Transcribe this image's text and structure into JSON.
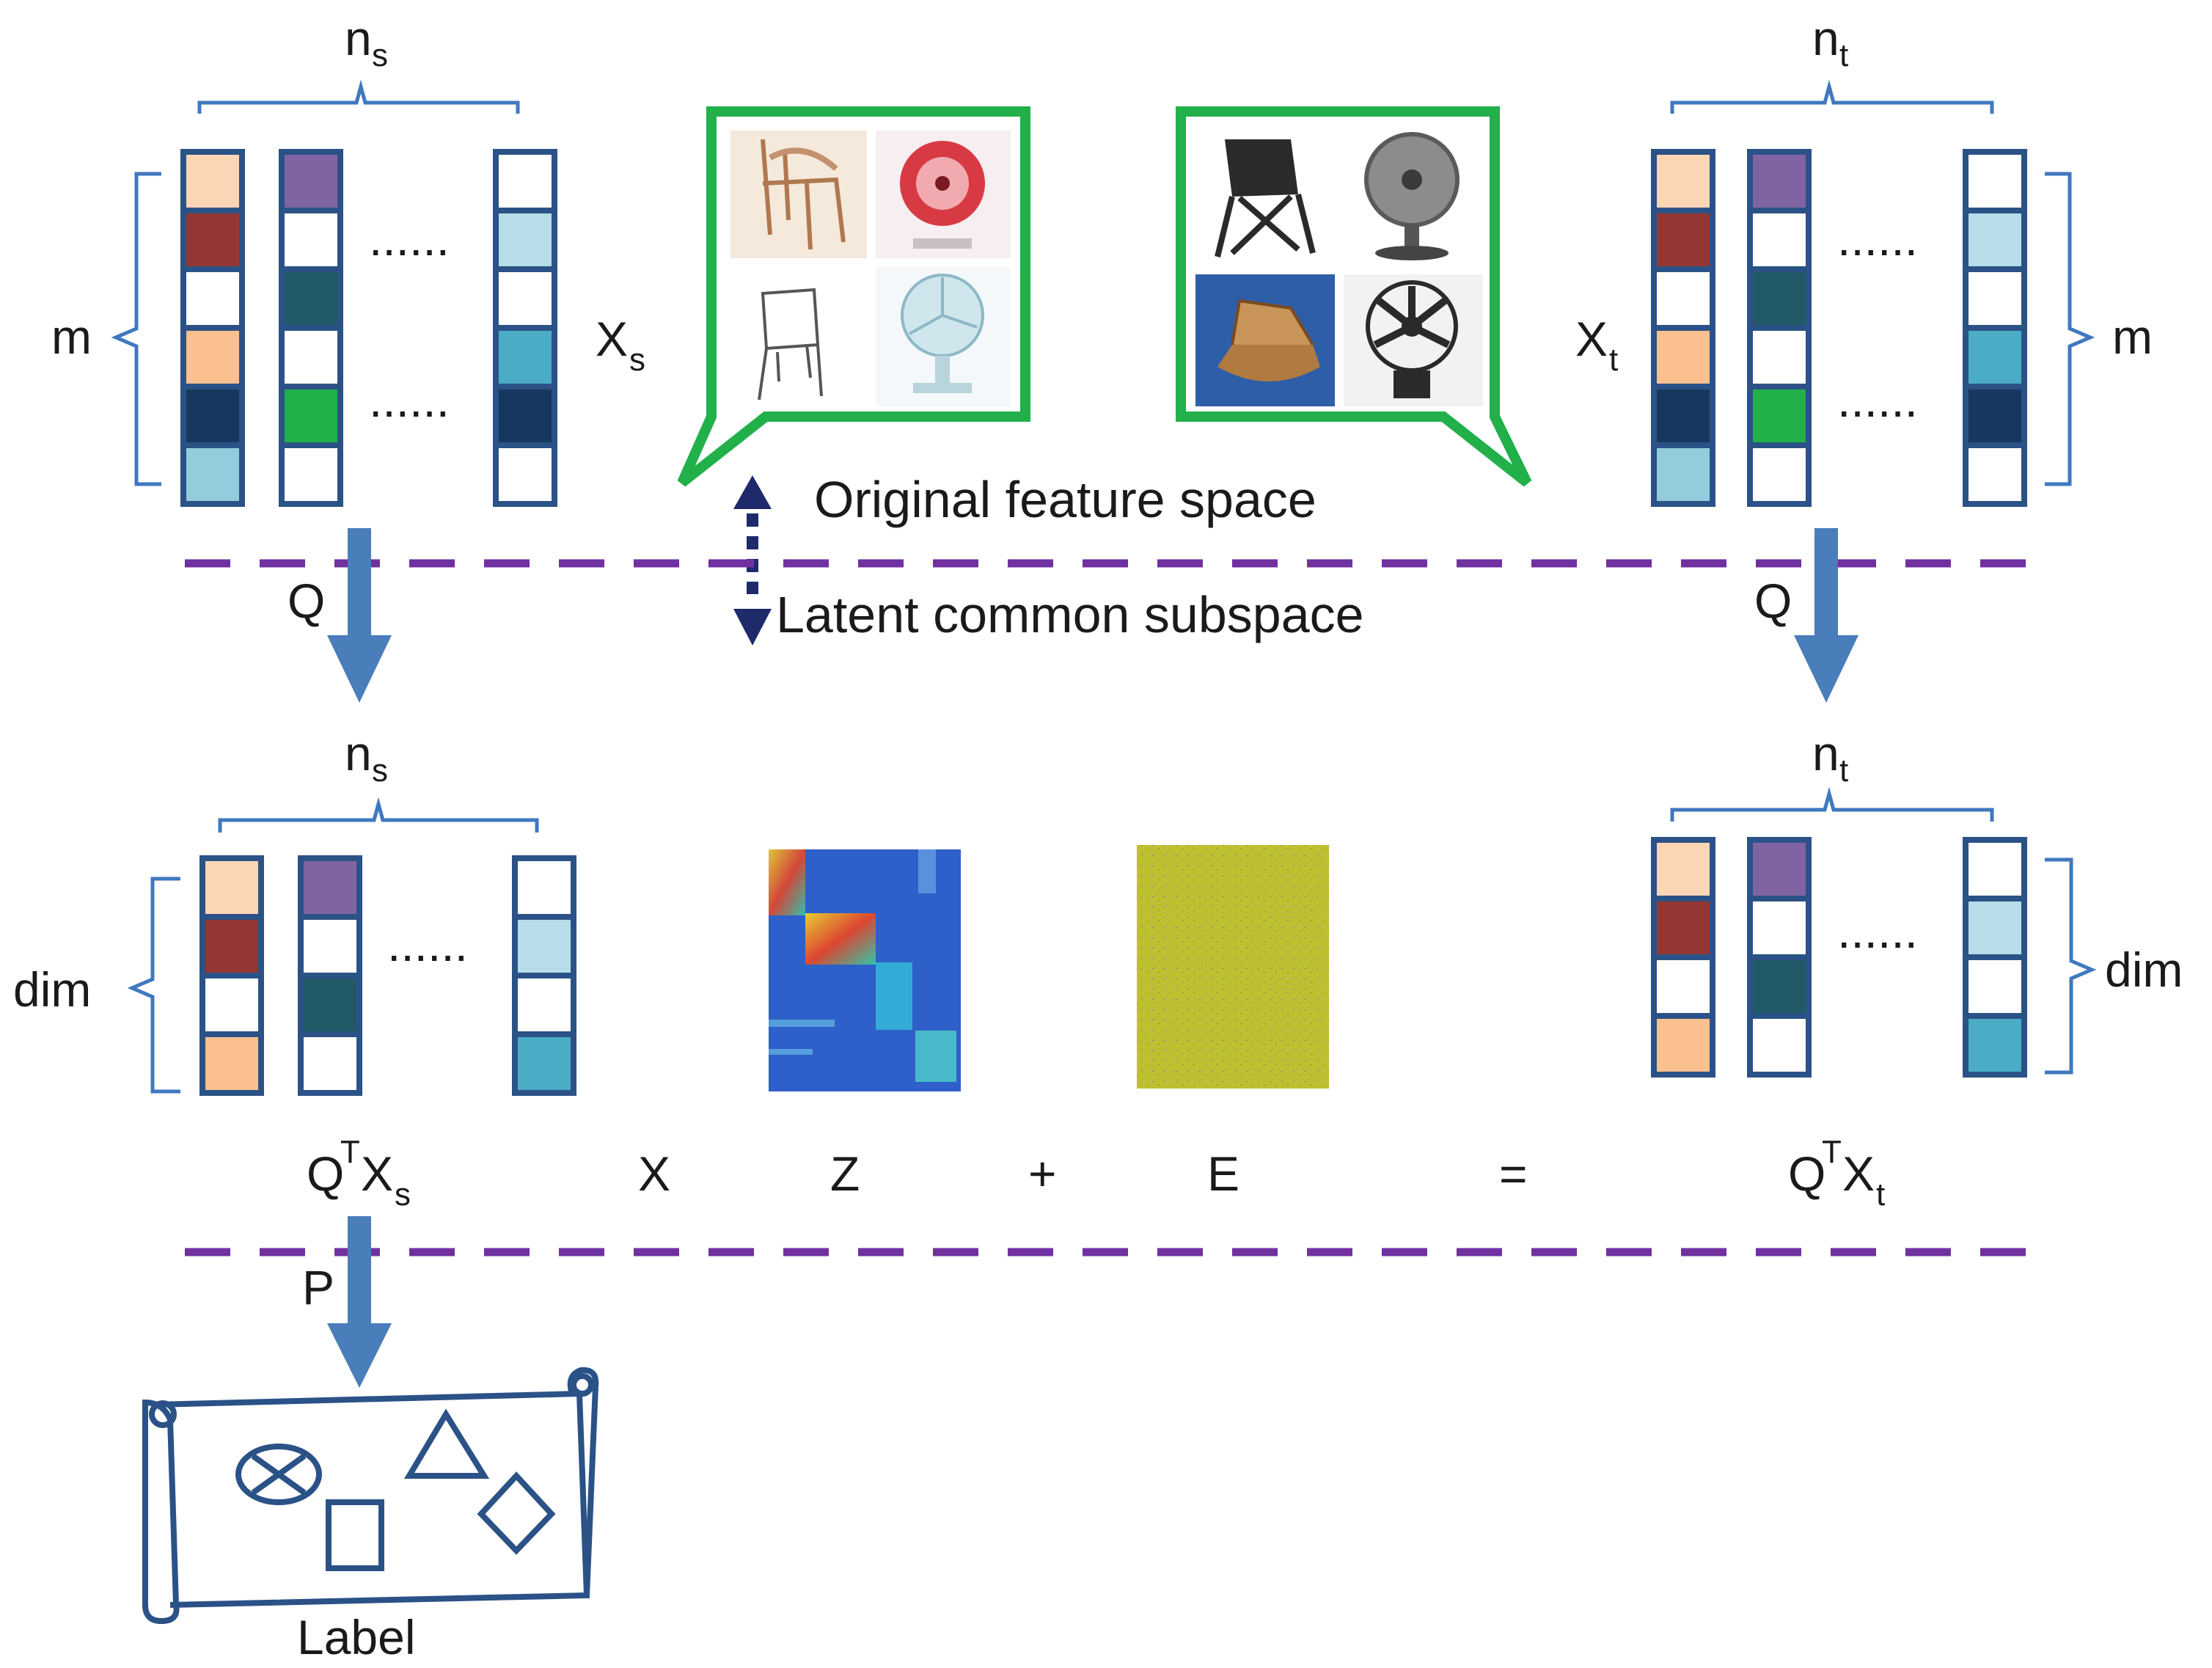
{
  "labels": {
    "ns_top": "n",
    "ns_top_sub": "s",
    "nt_top": "n",
    "nt_top_sub": "t",
    "m_left": "m",
    "m_right": "m",
    "xs_main": "X",
    "xs_sub": "s",
    "xt_main": "X",
    "xt_sub": "t",
    "q_left": "Q",
    "q_right": "Q",
    "ns_bottom": "n",
    "ns_bottom_sub": "s",
    "nt_bottom": "n",
    "nt_bottom_sub": "t",
    "dim_left": "dim",
    "dim_right": "dim",
    "dots": "......",
    "p_label": "P",
    "label_text": "Label"
  },
  "spaces": {
    "original": "Original feature space",
    "latent": "Latent common subspace"
  },
  "equation": {
    "qtxs_q": "Q",
    "qtxs_t": "T",
    "qtxs_x": "X",
    "qtxs_s": "s",
    "times": "X",
    "z": "Z",
    "plus": "+",
    "e": "E",
    "equals": "=",
    "qtxt_q": "Q",
    "qtxt_t": "T",
    "qtxt_x": "X",
    "qtxt_s": "t"
  },
  "colors": {
    "peach_light": "#fcd5b5",
    "dark_red": "#943634",
    "peach": "#fac090",
    "navy": "#17375e",
    "light_blue": "#93cddd",
    "purple": "#8064a2",
    "dark_teal": "#215967",
    "green": "#21b04a",
    "pale_blue": "#b7dee8",
    "teal": "#4bacc6",
    "white": "#ffffff",
    "cell_border": "#2b5287",
    "arrow_blue": "#4a7ebb",
    "dash_purple": "#7030a0",
    "bubble_green": "#21b04a",
    "navy_arrow": "#1f2a6b",
    "noise_yellow": "#bdc030",
    "heatmap_blue": "#2f5fc8"
  },
  "icons": {
    "arrow": "down-arrow-icon",
    "double_arrow": "up-down-dotted-arrow-icon",
    "circle_x": "circled-x-icon",
    "triangle": "triangle-icon",
    "square": "square-icon",
    "diamond": "diamond-icon",
    "chair": "chair-icon",
    "fan": "fan-icon"
  }
}
